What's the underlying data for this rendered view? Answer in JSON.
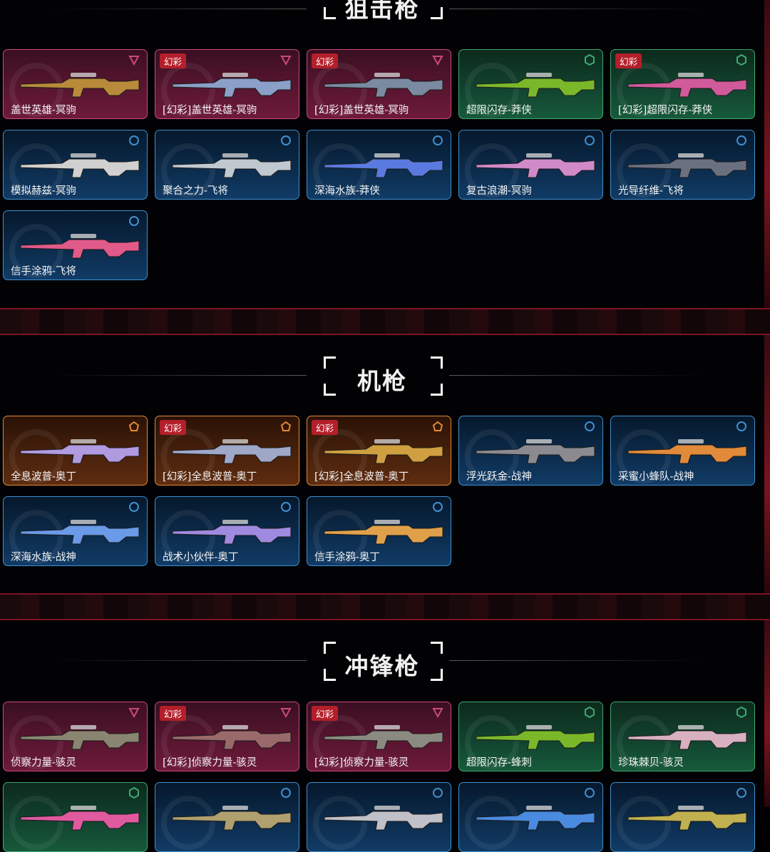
{
  "colors": {
    "pink": "#c94a7a",
    "green": "#3fa870",
    "blue": "#3f8fcf",
    "orange": "#e08a3a",
    "tag": "#b31f2a"
  },
  "rarity_icons": {
    "pink": "triangle-down-icon",
    "green": "hexagon-icon",
    "blue": "circle-icon",
    "orange": "pentagon-icon"
  },
  "tag_label": "幻彩",
  "sections": [
    {
      "title": "狙击枪",
      "items": [
        {
          "name": "盖世英雄-冥驹",
          "rarity": "pink",
          "tag": false,
          "gun": "#b88a3a"
        },
        {
          "name": "[幻彩]盖世英雄-冥驹",
          "rarity": "pink",
          "tag": true,
          "gun": "#8aa0c8"
        },
        {
          "name": "[幻彩]盖世英雄-冥驹",
          "rarity": "pink",
          "tag": true,
          "gun": "#7a8aa0"
        },
        {
          "name": "超限闪存-莽侠",
          "rarity": "green",
          "tag": false,
          "gun": "#7ab82a"
        },
        {
          "name": "[幻彩]超限闪存-莽侠",
          "rarity": "green",
          "tag": true,
          "gun": "#d05a9a"
        },
        {
          "name": "模拟赫兹-冥驹",
          "rarity": "blue",
          "tag": false,
          "gun": "#d0d0d0"
        },
        {
          "name": "聚合之力-飞将",
          "rarity": "blue",
          "tag": false,
          "gun": "#c0c8d0"
        },
        {
          "name": "深海水族-莽侠",
          "rarity": "blue",
          "tag": false,
          "gun": "#5a7ae0"
        },
        {
          "name": "复古浪潮-冥驹",
          "rarity": "blue",
          "tag": false,
          "gun": "#d08ac8"
        },
        {
          "name": "光导纤维-飞将",
          "rarity": "blue",
          "tag": false,
          "gun": "#6a7080"
        },
        {
          "name": "信手涂鸦-飞将",
          "rarity": "blue",
          "tag": false,
          "gun": "#e05a8a"
        }
      ]
    },
    {
      "title": "机枪",
      "items": [
        {
          "name": "全息波普-奥丁",
          "rarity": "orange",
          "tag": false,
          "gun": "#b09ae0"
        },
        {
          "name": "[幻彩]全息波普-奥丁",
          "rarity": "orange",
          "tag": true,
          "gun": "#a0a8c8"
        },
        {
          "name": "[幻彩]全息波普-奥丁",
          "rarity": "orange",
          "tag": true,
          "gun": "#d0a040"
        },
        {
          "name": "浮光跃金-战神",
          "rarity": "blue",
          "tag": false,
          "gun": "#8a8a90"
        },
        {
          "name": "采蜜小蜂队-战神",
          "rarity": "blue",
          "tag": false,
          "gun": "#e08a3a"
        },
        {
          "name": "深海水族-战神",
          "rarity": "blue",
          "tag": false,
          "gun": "#6a9ae8"
        },
        {
          "name": "战术小伙伴-奥丁",
          "rarity": "blue",
          "tag": false,
          "gun": "#a08ae0"
        },
        {
          "name": "信手涂鸦-奥丁",
          "rarity": "blue",
          "tag": false,
          "gun": "#e0a04a"
        }
      ]
    },
    {
      "title": "冲锋枪",
      "items": [
        {
          "name": "侦察力量-骇灵",
          "rarity": "pink",
          "tag": false,
          "gun": "#8a8570"
        },
        {
          "name": "[幻彩]侦察力量-骇灵",
          "rarity": "pink",
          "tag": true,
          "gun": "#9a6a6a"
        },
        {
          "name": "[幻彩]侦察力量-骇灵",
          "rarity": "pink",
          "tag": true,
          "gun": "#8a8a80"
        },
        {
          "name": "超限闪存-蜂刺",
          "rarity": "green",
          "tag": false,
          "gun": "#7ab82a"
        },
        {
          "name": "珍珠棘贝-骇灵",
          "rarity": "green",
          "tag": false,
          "gun": "#d8b0c0"
        },
        {
          "name": "",
          "rarity": "green",
          "tag": false,
          "gun": "#e05aa0"
        },
        {
          "name": "",
          "rarity": "blue",
          "tag": false,
          "gun": "#b0a070"
        },
        {
          "name": "",
          "rarity": "blue",
          "tag": false,
          "gun": "#c0c0c8"
        },
        {
          "name": "",
          "rarity": "blue",
          "tag": false,
          "gun": "#4a8ae0"
        },
        {
          "name": "",
          "rarity": "blue",
          "tag": false,
          "gun": "#c0b050"
        }
      ]
    }
  ]
}
